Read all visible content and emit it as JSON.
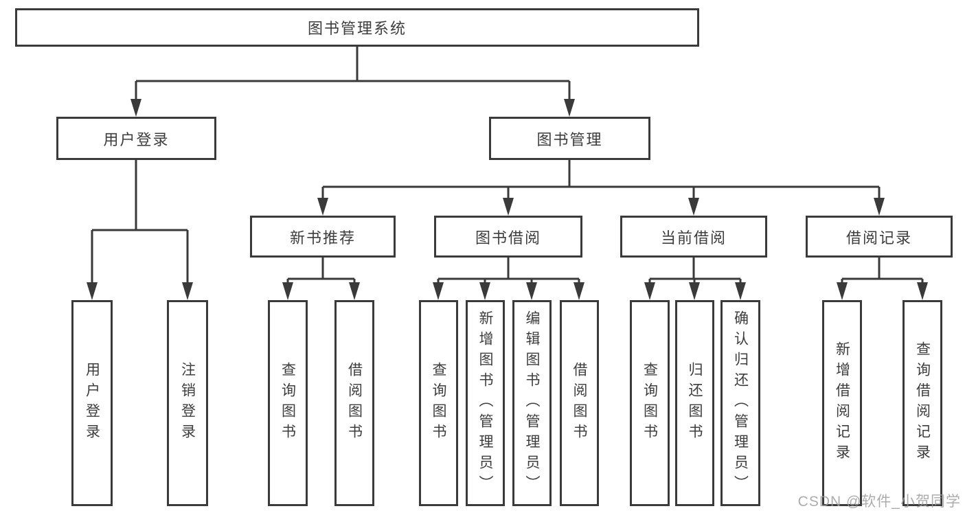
{
  "diagram": {
    "root": "图书管理系统",
    "branches": [
      {
        "label": "用户登录",
        "leaves": [
          "用户登录",
          "注销登录"
        ]
      },
      {
        "label": "图书管理",
        "groups": [
          {
            "label": "新书推荐",
            "leaves": [
              "查询图书",
              "借阅图书"
            ]
          },
          {
            "label": "图书借阅",
            "leaves": [
              "查询图书",
              "新增图书（管理员）",
              "编辑图书（管理员）",
              "借阅图书"
            ]
          },
          {
            "label": "当前借阅",
            "leaves": [
              "查询图书",
              "归还图书",
              "确认归还（管理员）"
            ]
          },
          {
            "label": "借阅记录",
            "leaves": [
              "新增借阅记录",
              "查询借阅记录"
            ]
          }
        ]
      }
    ]
  },
  "watermark": "CSDN @软件_小贺同学",
  "colors": {
    "line": "#3a3a3a",
    "box_border": "#3a3a3a",
    "text": "#3d3d3d",
    "background": "#ffffff",
    "watermark": "#9e9e9e"
  }
}
